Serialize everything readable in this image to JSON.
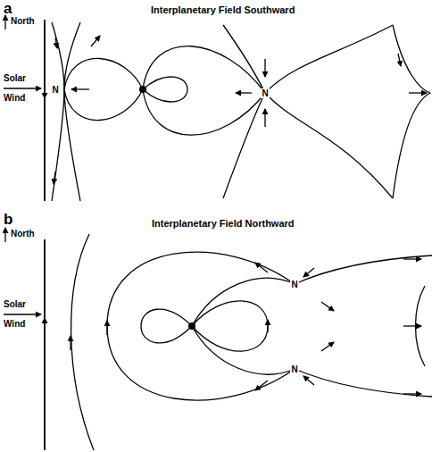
{
  "diagram": {
    "labels": [
      "a",
      "Interplanetary Field Southward",
      "North",
      "Solar Wind",
      "N",
      "N",
      "b",
      "Interplanetary Field Northward",
      "North",
      "Solar Wind",
      "N",
      "N"
    ]
  }
}
